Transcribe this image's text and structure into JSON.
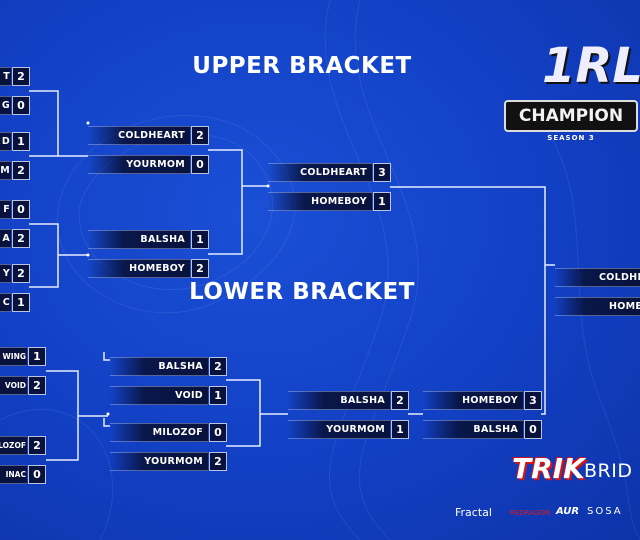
{
  "titles": {
    "upper": "UPPER BRACKET",
    "lower": "LOWER BRACKET"
  },
  "logo": {
    "top": "1RL",
    "main": "CHAMPION",
    "season": "SEASON 3"
  },
  "upper": {
    "round1": [
      {
        "name": "T",
        "score": "2"
      },
      {
        "name": "G",
        "score": "0"
      },
      {
        "name": "D",
        "score": "1"
      },
      {
        "name": "M",
        "score": "2"
      },
      {
        "name": "F",
        "score": "0"
      },
      {
        "name": "A",
        "score": "2"
      },
      {
        "name": "Y",
        "score": "2"
      },
      {
        "name": "C",
        "score": "1"
      }
    ],
    "round2": [
      {
        "name": "COLDHEART",
        "score": "2"
      },
      {
        "name": "YOURMOM",
        "score": "0"
      },
      {
        "name": "BALSHA",
        "score": "1"
      },
      {
        "name": "HOMEBOY",
        "score": "2"
      }
    ],
    "final": [
      {
        "name": "COLDHEART",
        "score": "3"
      },
      {
        "name": "HOMEBOY",
        "score": "1"
      }
    ]
  },
  "lower": {
    "round1": [
      {
        "name": "WING",
        "score": "1"
      },
      {
        "name": "VOID",
        "score": "2"
      },
      {
        "name": "LOZOF",
        "score": "2"
      },
      {
        "name": "INAC",
        "score": "0"
      }
    ],
    "round2": [
      {
        "name": "BALSHA",
        "score": "2"
      },
      {
        "name": "VOID",
        "score": "1"
      },
      {
        "name": "MILOZOF",
        "score": "0"
      },
      {
        "name": "YOURMOM",
        "score": "2"
      }
    ],
    "round3": [
      {
        "name": "BALSHA",
        "score": "2"
      },
      {
        "name": "YOURMOM",
        "score": "1"
      }
    ],
    "final": [
      {
        "name": "HOMEBOY",
        "score": "3"
      },
      {
        "name": "BALSHA",
        "score": "0"
      }
    ]
  },
  "grand_final": [
    {
      "name": "COLDHE"
    },
    {
      "name": "HOME"
    }
  ],
  "sponsors": {
    "main": "TRIK",
    "second": "BRID",
    "others": [
      "Fractal",
      "REDRAGON",
      "AUR",
      "SOSA"
    ]
  }
}
